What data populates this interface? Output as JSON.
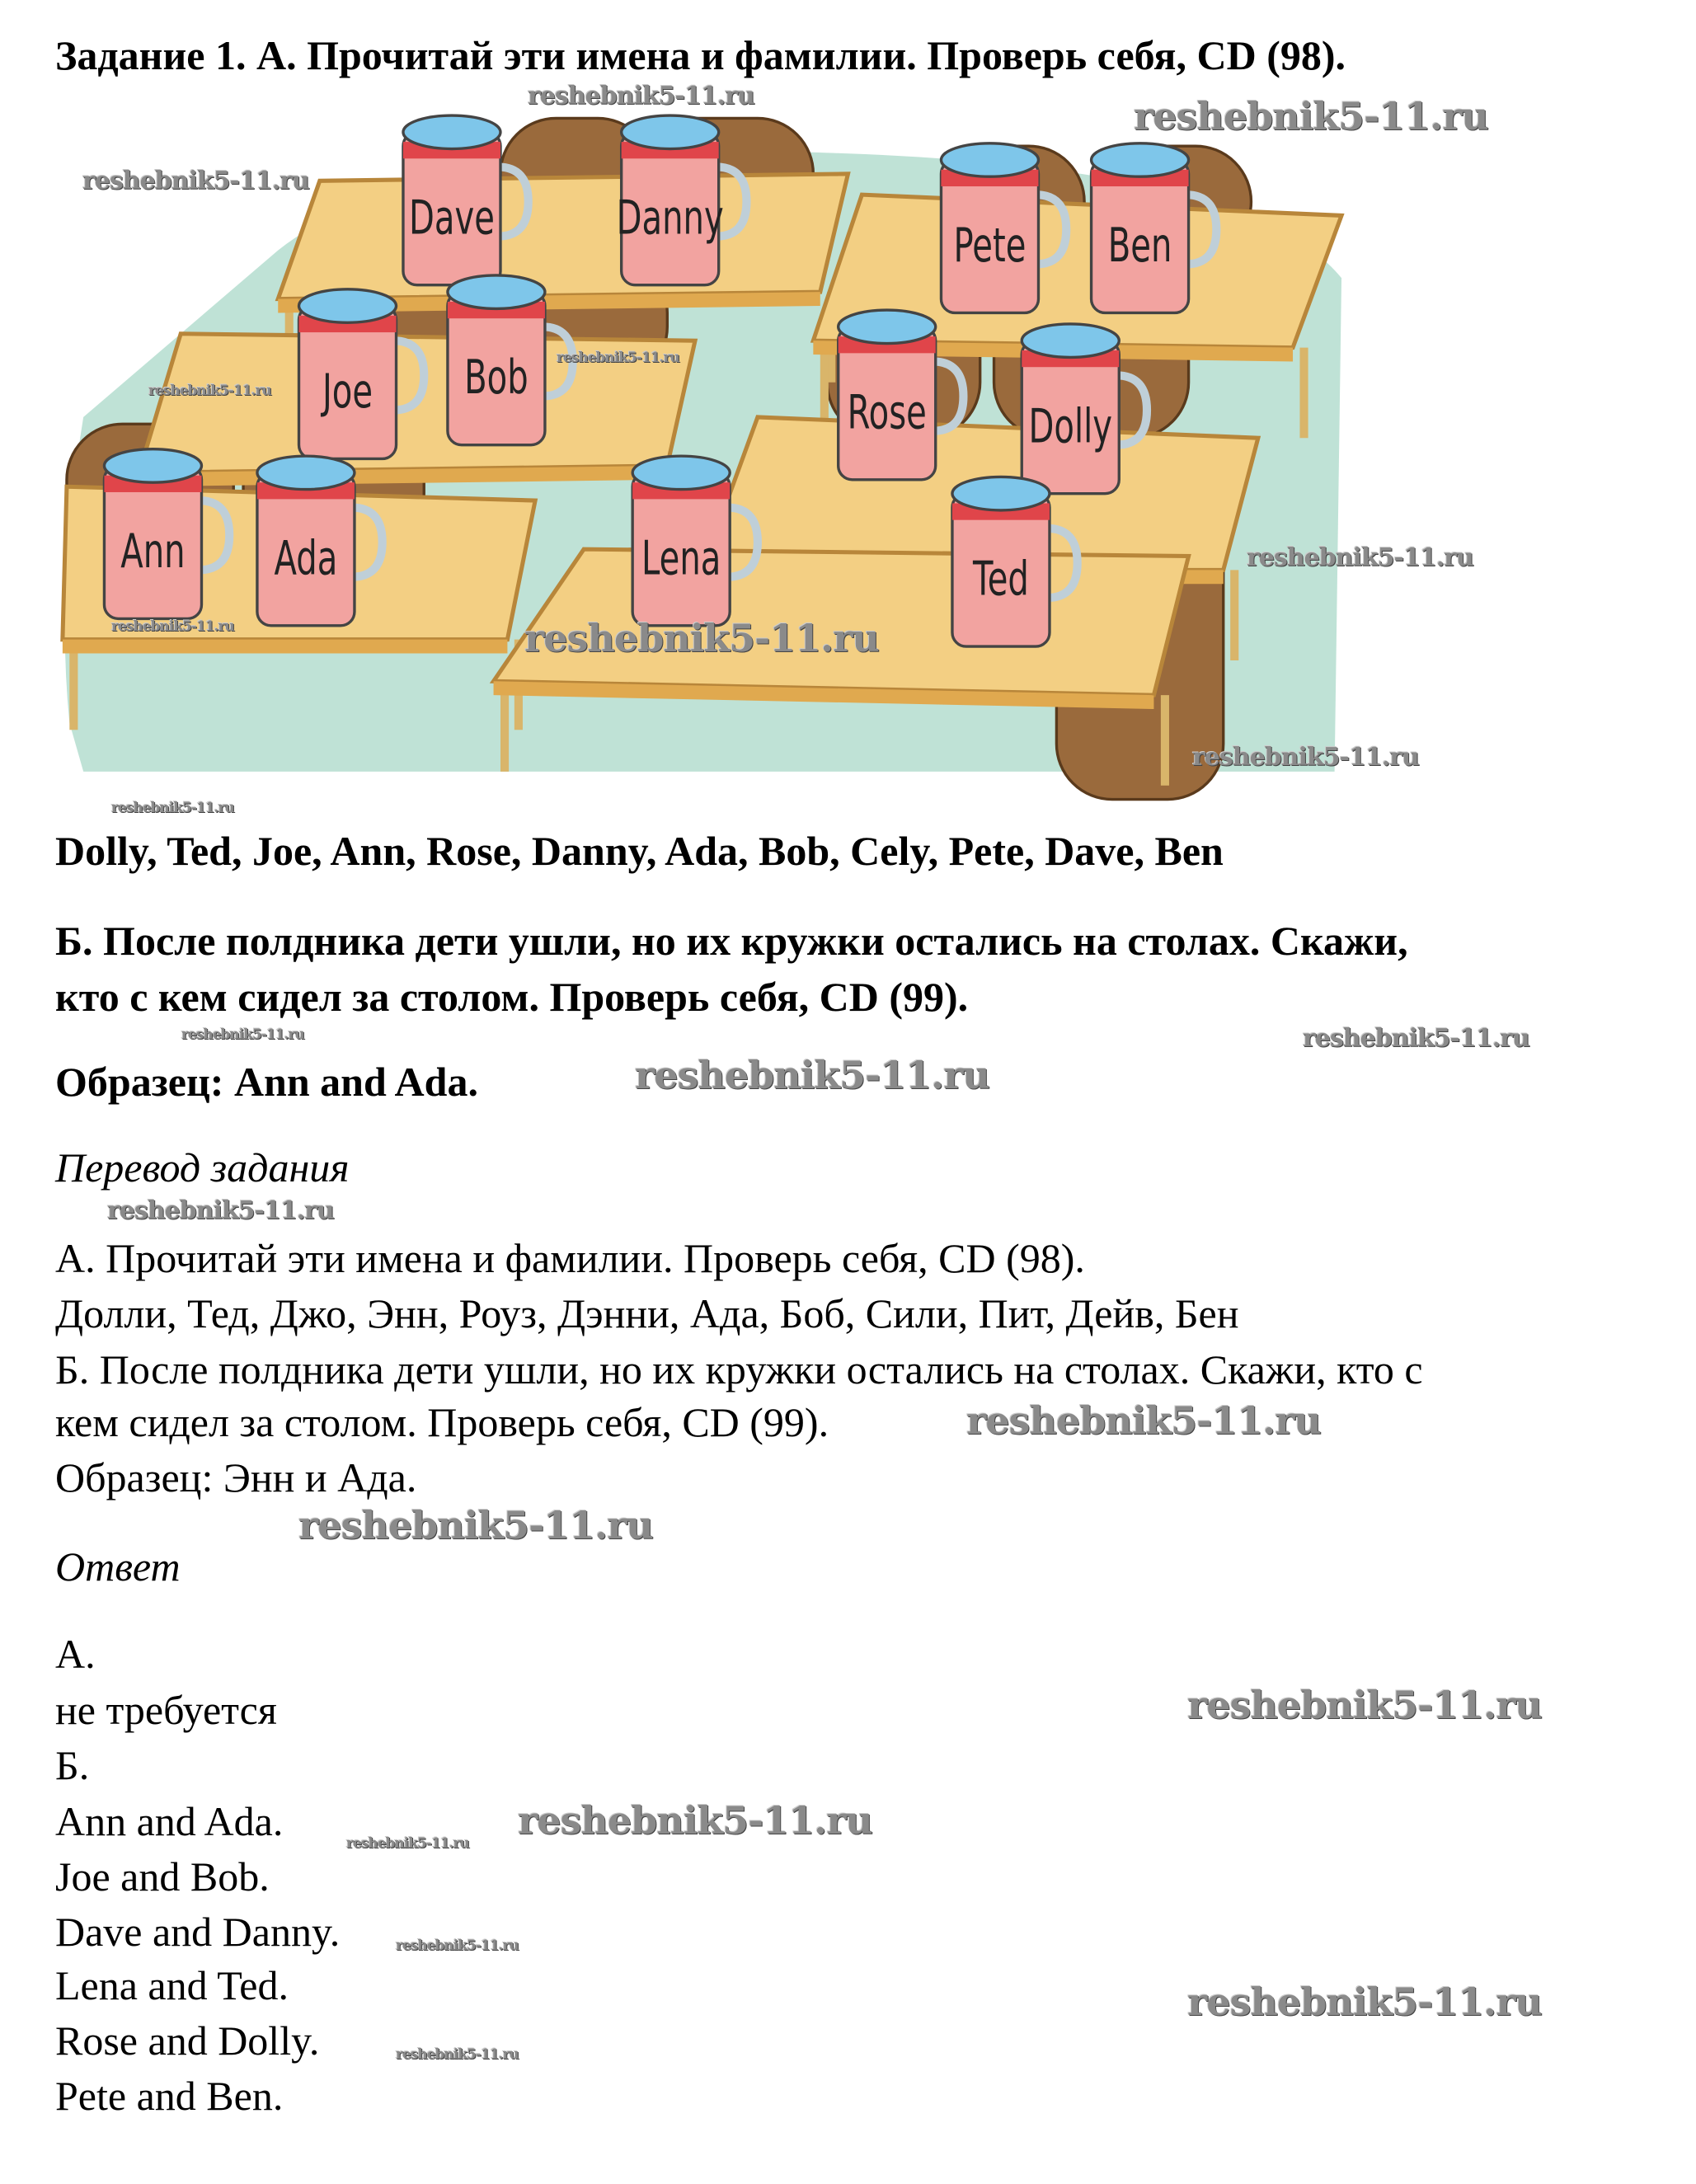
{
  "task": {
    "title": "Задание 1. А. Прочитай эти имена и фамилии. Проверь себя, CD (98).",
    "names_line": "Dolly, Ted, Joe, Ann, Rose, Danny, Ada, Bob, Cely, Pete, Dave, Ben",
    "part_b_line1": "Б. После полдника дети ушли, но их кружки остались на столах. Скажи,",
    "part_b_line2": "кто с кем сидел за столом. Проверь себя, CD (99).",
    "example": "Образец: Ann and Ada."
  },
  "illustration": {
    "mugs": [
      "Dave",
      "Danny",
      "Pete",
      "Ben",
      "Joe",
      "Bob",
      "Rose",
      "Dolly",
      "Ann",
      "Ada",
      "Lena",
      "Ted"
    ],
    "colors": {
      "mug": "#f2a3a0",
      "mug_rim": "#e0454a",
      "desk": "#f3cf83",
      "chair": "#9a6a3c",
      "floor": "#a9d8c8"
    }
  },
  "translation": {
    "heading": "Перевод задания",
    "lines": [
      "А. Прочитай эти имена и фамилии. Проверь себя, CD (98).",
      "Долли, Тед, Джо, Энн, Роуз, Дэнни, Ада, Боб, Сили, Пит, Дейв, Бен",
      "Б. После полдника дети ушли, но их кружки остались на столах. Скажи, кто с",
      "кем сидел за столом. Проверь себя, CD (99).",
      "Образец: Энн и Ада."
    ]
  },
  "answer": {
    "heading": "Ответ",
    "lines": [
      "А.",
      "не требуется",
      "Б.",
      "Ann and Ada.",
      "Joe and Bob.",
      "Dave and Danny.",
      "Lena and Ted.",
      "Rose and Dolly.",
      "Pete and Ben."
    ]
  },
  "watermark": "reshebnik5-11.ru"
}
